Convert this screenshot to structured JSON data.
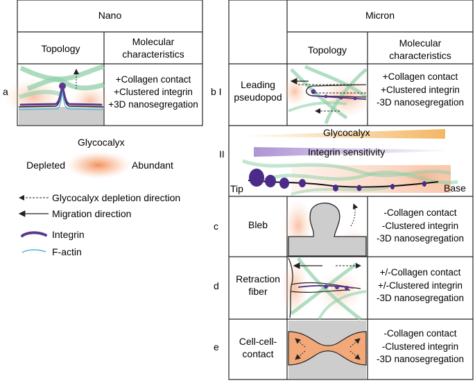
{
  "colors": {
    "line": "#222222",
    "glycocalyx": "#f2844a",
    "glycocalyx_bar": "#f3b35c",
    "integrin": "#5a3a8f",
    "integrin_bar": "#a98fd1",
    "collagen": "#8fd0a8",
    "factin": "#4fb3d9",
    "cell_gray": "#cdcdcd"
  },
  "panel_a": {
    "label": "a",
    "header": "Nano",
    "col_topology": "Topology",
    "col_molecular": [
      "Molecular",
      "characteristics"
    ],
    "traits": [
      "+Collagen contact",
      "+Clustered integrin",
      "+3D nanosegregation"
    ]
  },
  "legend": {
    "glycocalyx_title": "Glycocalyx",
    "depleted": "Depleted",
    "abundant": "Abundant",
    "depletion_arrow": "Glycocalyx depletion direction",
    "migration_arrow": "Migration direction",
    "integrin": "Integrin",
    "factin": "F-actin"
  },
  "panel_micron": {
    "header": "Micron",
    "col_topology": "Topology",
    "col_molecular": [
      "Molecular",
      "characteristics"
    ]
  },
  "row_b1": {
    "label": "b I",
    "name": [
      "Leading",
      "pseudopod"
    ],
    "traits": [
      "+Collagen contact",
      "+Clustered integrin",
      "-3D nanosegregation"
    ]
  },
  "row_b2": {
    "label": "II",
    "glycocalyx": "Glycocalyx",
    "integrin_sensitivity": "Integrin sensitivity",
    "tip": "Tip",
    "base": "Base"
  },
  "row_c": {
    "label": "c",
    "name": [
      "Bleb"
    ],
    "traits": [
      "-Collagen contact",
      "-Clustered integrin",
      "-3D nanosegregation"
    ]
  },
  "row_d": {
    "label": "d",
    "name": [
      "Retraction",
      "fiber"
    ],
    "traits": [
      "+/-Collagen contact",
      "+/-Clustered integrin",
      "-3D nanosegregation"
    ]
  },
  "row_e": {
    "label": "e",
    "name": [
      "Cell-cell-",
      "contact"
    ],
    "traits": [
      "-Collagen contact",
      "-Clustered integrin",
      "-3D nanosegregation"
    ]
  }
}
